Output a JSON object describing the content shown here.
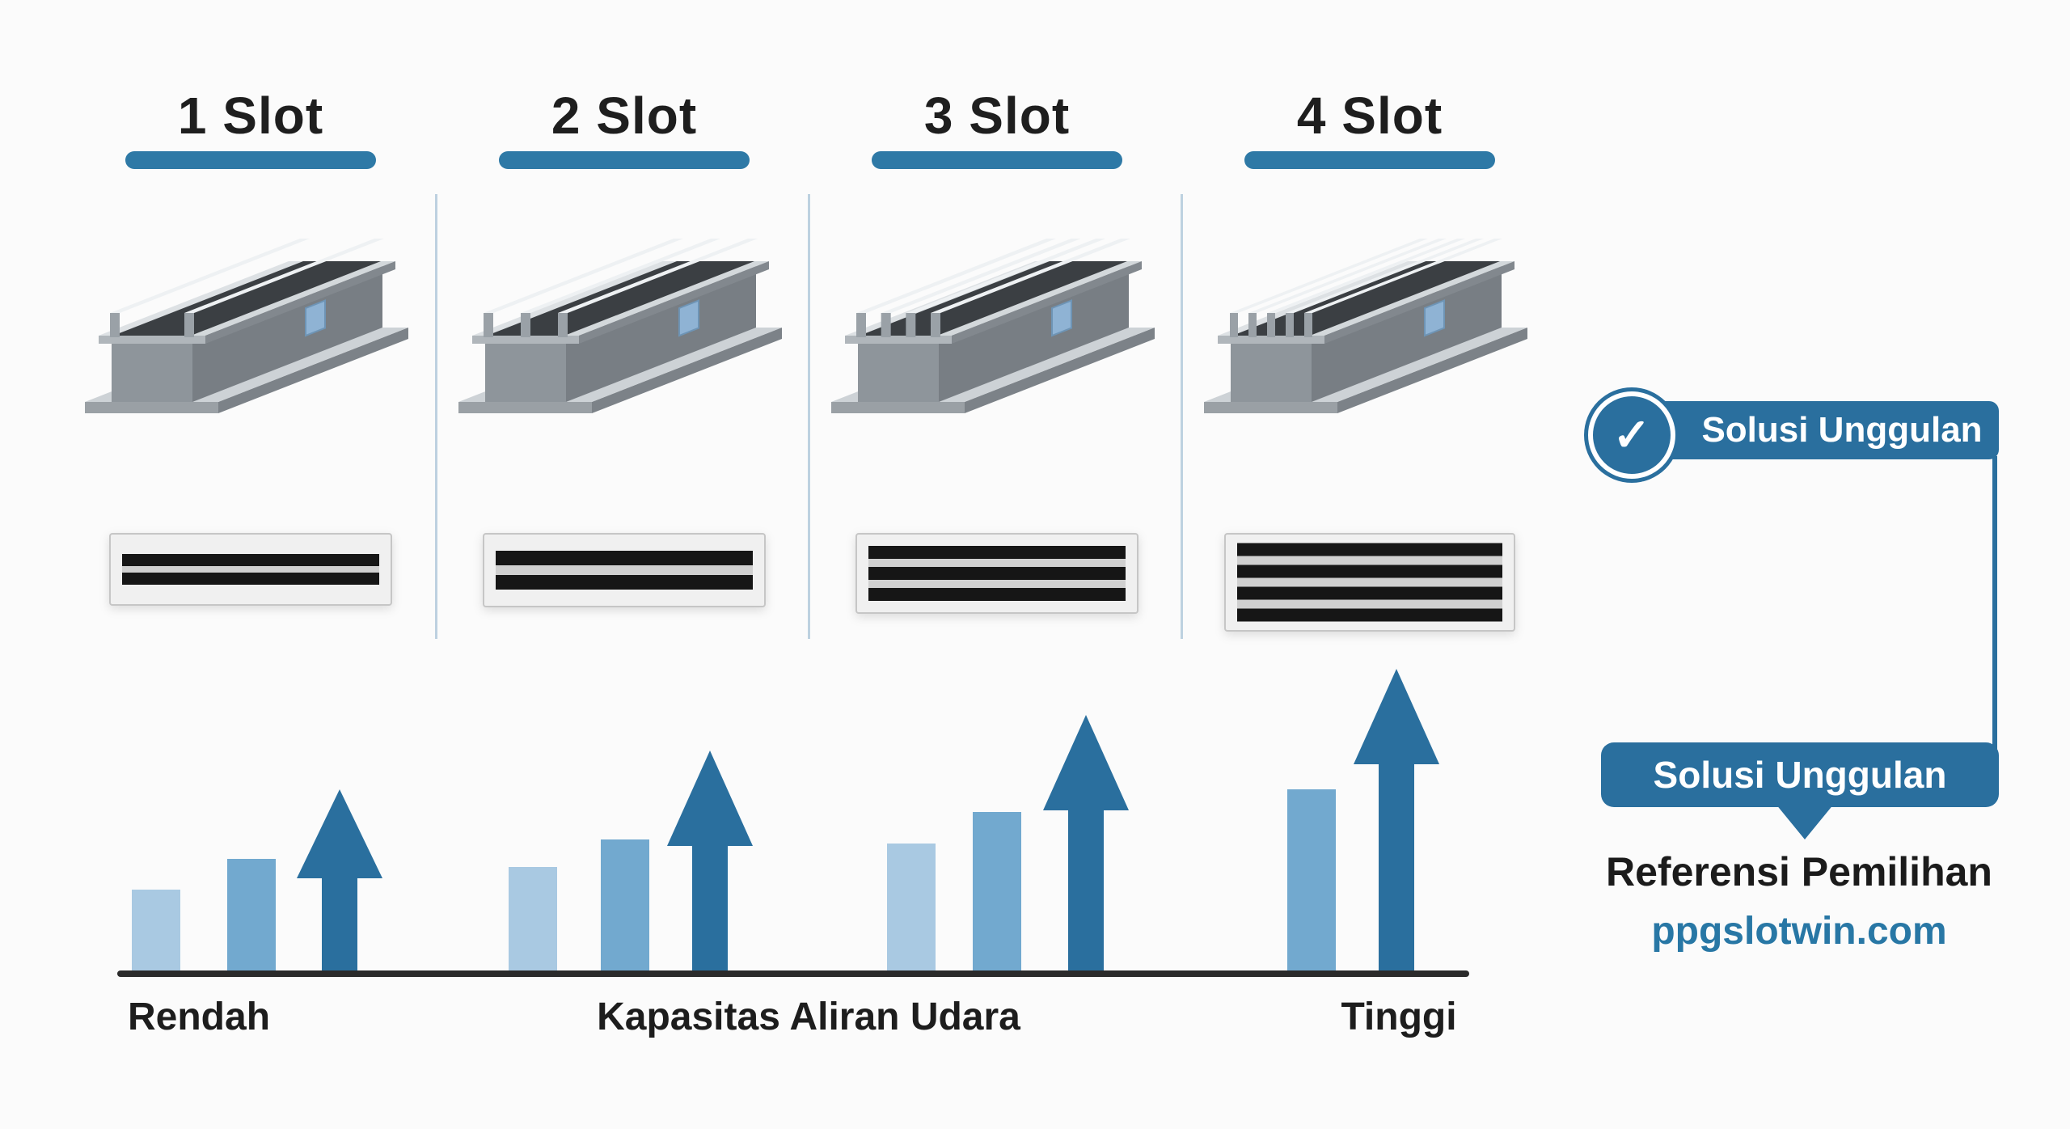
{
  "colors": {
    "accent": "#2a6f9e",
    "underline": "#2e79a6",
    "link": "#2877a5",
    "text_dark": "#1d1d1d"
  },
  "title_row": {
    "columns": [
      {
        "label": "1 Slot",
        "slots": 1,
        "front_lines": 2
      },
      {
        "label": "2 Slot",
        "slots": 2,
        "front_lines": 2
      },
      {
        "label": "3 Slot",
        "slots": 3,
        "front_lines": 3
      },
      {
        "label": "4 Slot",
        "slots": 4,
        "front_lines": 4
      }
    ]
  },
  "chart_data": {
    "type": "bar",
    "title": "Kapasitas Aliran Udara",
    "value_unit": "relative airflow capacity (estimated 0-100, no numeric labels shown)",
    "categories": [
      "1 Slot",
      "2 Slot",
      "3 Slot",
      "4 Slot"
    ],
    "groups": [
      {
        "category": "1 Slot",
        "bars": [
          {
            "value": 22,
            "tone": "light"
          },
          {
            "value": 30,
            "tone": "medium"
          }
        ],
        "arrow_value": 48
      },
      {
        "category": "2 Slot",
        "bars": [
          {
            "value": 28,
            "tone": "light"
          },
          {
            "value": 35,
            "tone": "medium"
          }
        ],
        "arrow_value": 58
      },
      {
        "category": "3 Slot",
        "bars": [
          {
            "value": 34,
            "tone": "light"
          },
          {
            "value": 42,
            "tone": "medium"
          }
        ],
        "arrow_value": 67
      },
      {
        "category": "4 Slot",
        "bars": [
          {
            "value": 48,
            "tone": "medium"
          }
        ],
        "arrow_value": 79
      }
    ],
    "scale_labels": {
      "low": "Rendah",
      "axis": "Kapasitas Aliran Udara",
      "high": "Tinggi"
    },
    "legend": "off",
    "grid": "off",
    "colors": {
      "light": "#a9c9e2",
      "medium": "#72a9cf",
      "arrow": "#2a6f9e",
      "baseline": "#2b2b2b"
    }
  },
  "side_panel": {
    "check_icon": "✓",
    "check_badge_label": "Solusi Unggulan",
    "callout_label": "Solusi Unggulan",
    "reference_title": "Referensi Pemilihan",
    "reference_link": "ppgslotwin.com"
  }
}
